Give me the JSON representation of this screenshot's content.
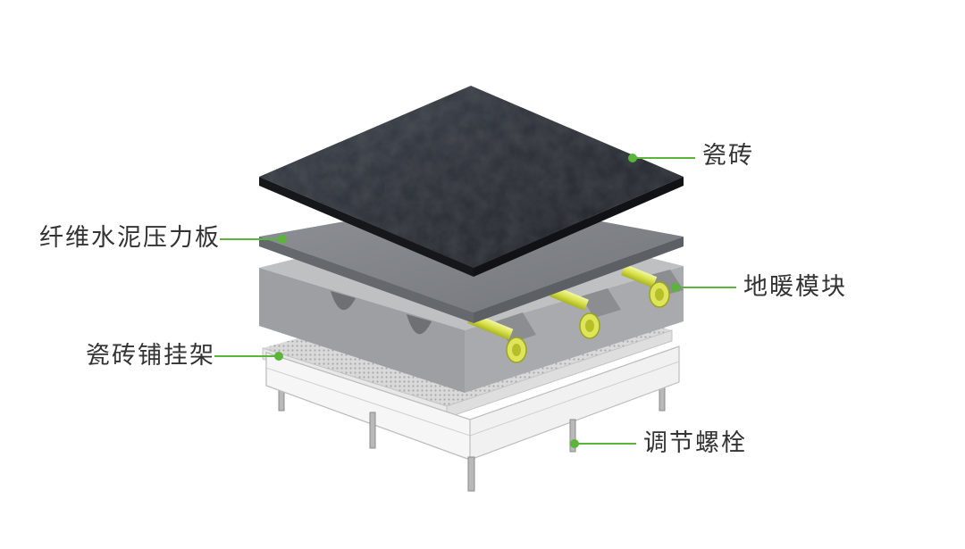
{
  "diagram": {
    "leader_color": "#5bb53a",
    "labels": {
      "tile": "瓷砖",
      "cement_board": "纤维水泥压力板",
      "floor_heating_module": "地暖模块",
      "tile_hanger_frame": "瓷砖铺挂架",
      "adjusting_bolt": "调节螺栓"
    }
  }
}
